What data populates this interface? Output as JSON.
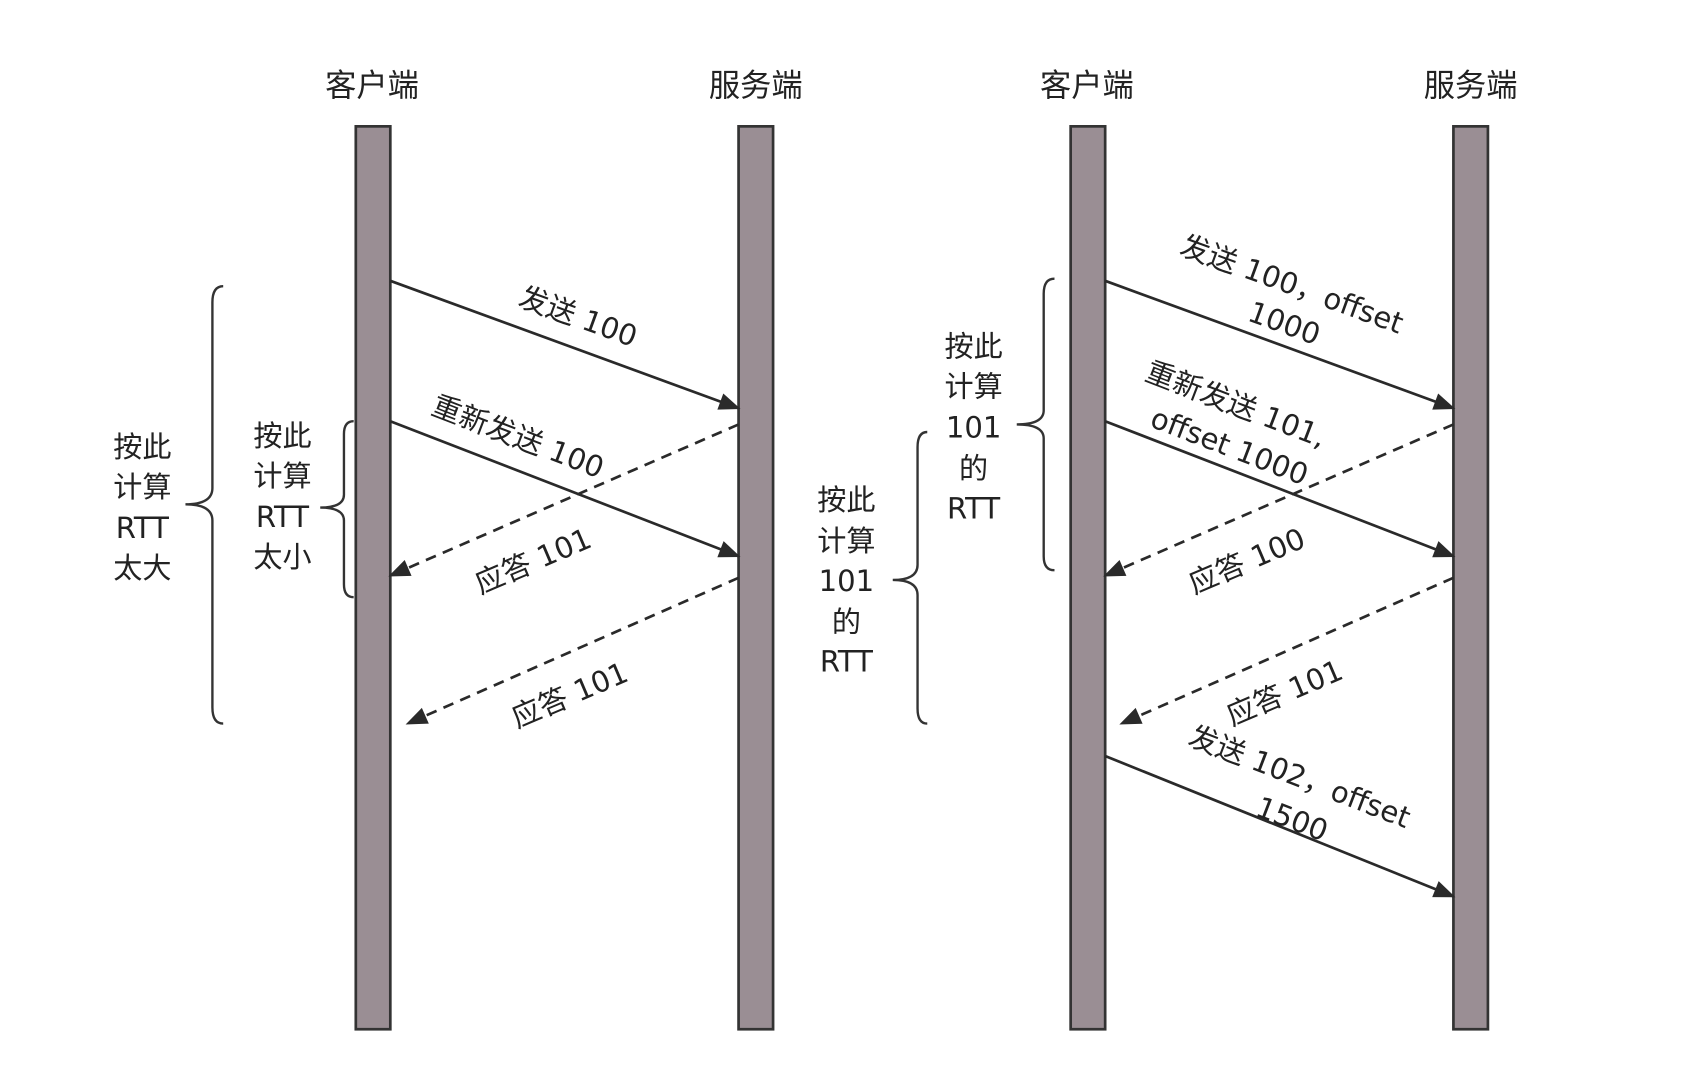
{
  "left_diagram": {
    "client_label": "客户端",
    "server_label": "服务端",
    "messages": [
      {
        "text": "发送 100",
        "style": "solid",
        "direction": "client-to-server"
      },
      {
        "text": "重新发送 100",
        "style": "solid",
        "direction": "client-to-server"
      },
      {
        "text": "应答 101",
        "style": "dashed",
        "direction": "server-to-client"
      },
      {
        "text": "应答 101",
        "style": "dashed",
        "direction": "server-to-client"
      }
    ],
    "brace_large": [
      "按此",
      "计算",
      "RTT",
      "太大"
    ],
    "brace_small": [
      "按此",
      "计算",
      "RTT",
      "太小"
    ]
  },
  "right_diagram": {
    "client_label": "客户端",
    "server_label": "服务端",
    "messages": [
      {
        "lines": [
          "发送 100，offset",
          "1000"
        ],
        "style": "solid",
        "direction": "client-to-server"
      },
      {
        "lines": [
          "重新发送 101,",
          "offset 1000"
        ],
        "style": "solid",
        "direction": "client-to-server"
      },
      {
        "lines": [
          "应答 100"
        ],
        "style": "dashed",
        "direction": "server-to-client"
      },
      {
        "lines": [
          "应答 101"
        ],
        "style": "dashed",
        "direction": "server-to-client"
      },
      {
        "lines": [
          "发送 102，offset",
          "1500"
        ],
        "style": "solid",
        "direction": "client-to-server"
      }
    ],
    "brace_upper": [
      "按此",
      "计算",
      "101",
      "的",
      "RTT"
    ],
    "brace_lower": [
      "按此",
      "计算",
      "101",
      "的",
      "RTT"
    ]
  },
  "colors": {
    "lifeline": "#9a8e94",
    "line": "#2a2a2a"
  }
}
